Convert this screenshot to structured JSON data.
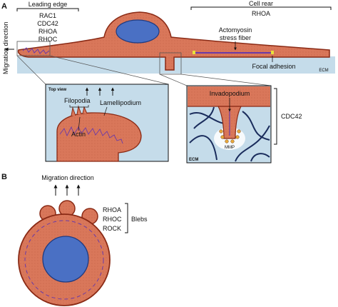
{
  "panel_a": {
    "panel_letter": "A",
    "side_label": "Migration direction",
    "leading_edge": {
      "title": "Leading edge",
      "proteins": [
        "RAC1",
        "CDC42",
        "RHOA",
        "RHOC"
      ]
    },
    "cell_rear": {
      "title": "Cell rear",
      "protein": "RHOA"
    },
    "stress_fiber_label": [
      "Actomyosin",
      "stress fiber"
    ],
    "focal_adhesion_label": "Focal adhesion",
    "ecm_label": "ECM",
    "inset_left": {
      "view_label": "Top view",
      "filopodia_label": "Filopodia",
      "lamellipodium_label": "Lamellipodium",
      "actin_label": "Actin"
    },
    "inset_right": {
      "invadopodium_label": "Invadopodium",
      "mmp_label": "MMP",
      "ecm_label": "ECM",
      "bracket_label": "CDC42"
    }
  },
  "panel_b": {
    "panel_letter": "B",
    "direction_label": "Migration direction",
    "proteins": [
      "RHOA",
      "RHOC",
      "ROCK"
    ],
    "bracket_label": "Blebs"
  },
  "colors": {
    "cell_fill": "#d9775a",
    "cell_outline": "#8a2a15",
    "nucleus_fill": "#4a70c4",
    "nucleus_outline": "#1f3a80",
    "actin": "#6a3aa8",
    "ecm_fill": "#c5dcea",
    "ecm_fiber": "#1a2c5c",
    "focal_adhesion": "#e8e23a"
  },
  "icons": [
    "arrow-up-icon",
    "arrow-left-icon",
    "arrow-down-icon",
    "bracket-icon"
  ]
}
